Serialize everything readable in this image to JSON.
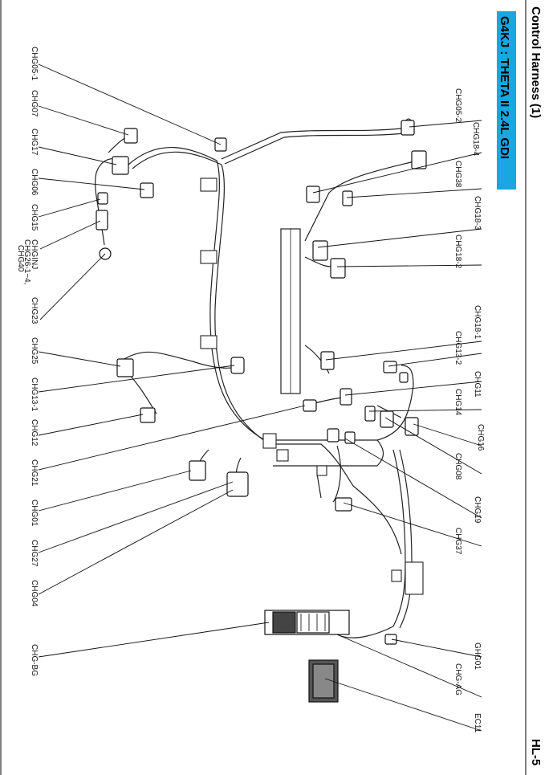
{
  "header": {
    "title": "Control Harness (1)",
    "page_number": "HL-5"
  },
  "banner": {
    "label": "G4KJ : THETA II 2.4L GDI",
    "color": "#1aa6e0"
  },
  "connectors_left": [
    "CHG05-1",
    "CHG07",
    "CHG17",
    "CHG06",
    "CHG15",
    "CHGINJ",
    "CHG26-1~4,",
    "CHG40",
    "CHG23",
    "CHG25",
    "CHG13-1",
    "CHG12",
    "CHG21",
    "CHG01",
    "CHG27",
    "CHG04",
    "CHG-BG"
  ],
  "connectors_right": [
    "CHG05-2",
    "CHG18-4",
    "CHG38",
    "CHG18-3",
    "CHG18-2",
    "CHG18-1",
    "CHG13-2",
    "CHG11",
    "CHG14",
    "CHG16",
    "CHG08",
    "CHG19",
    "CHG37",
    "GHG01",
    "CHG-AG",
    "EC11"
  ]
}
